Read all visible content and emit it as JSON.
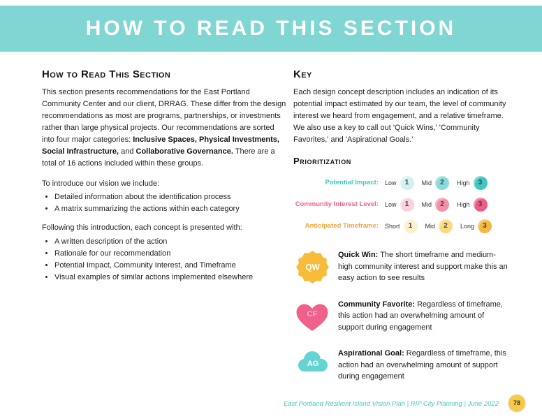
{
  "colors": {
    "banner_teal": "#7fd6d3",
    "teal_accent": "#3fc4c1",
    "pink_accent": "#f05f8b",
    "yellow_accent": "#efa63e",
    "teal_circles": [
      "#d2f1f0",
      "#86dcda",
      "#42c6c3"
    ],
    "pink_circles": [
      "#fad1dc",
      "#f590ab",
      "#ec5d86"
    ],
    "yellow_circles": [
      "#fdf0cd",
      "#fbd97f",
      "#f5b942"
    ],
    "quick_win_badge": "#f8bc3b",
    "heart_pink": "#f0608a",
    "cloud_teal": "#64d3d1",
    "page_badge_yellow": "#f8c945"
  },
  "banner": {
    "title": "How to Read This Section"
  },
  "left": {
    "heading": "How to Read This Section",
    "para1": [
      {
        "text": "This section presents recommendations for the East Portland Community Center and our client, DRRAG. These differ from the design recommendations as most are programs, partnerships, or investments rather than large physical projects. Our recommendations are sorted into four major categories: "
      },
      {
        "text": "Inclusive Spaces, Physical Investments, Social Infrastructure,"
      },
      {
        "text": " and "
      },
      {
        "text": "Collaborative Governance."
      },
      {
        "text": " There are a total of 16 actions included within these groups."
      }
    ],
    "intro_lead": "To introduce our vision we include:",
    "intro_bullets": [
      "Detailed information about the identification process",
      "A matrix summarizing the actions within each category"
    ],
    "following_lead": "Following this introduction, each concept is presented with:",
    "following_bullets": [
      "A written description of the action",
      "Rationale for our recommendation",
      "Potential Impact, Community Interest, and Timeframe",
      "Visual examples of similar actions implemented elsewhere"
    ]
  },
  "right": {
    "heading": "Key",
    "intro": "Each design concept description includes an indication of its potential impact estimated by our team, the level of community interest we heard from engagement, and a relative timeframe. We also use a key to call out 'Quick Wins,' 'Community Favorites,' and 'Aspirational Goals.'",
    "prioritization": {
      "heading": "Prioritization",
      "rows": [
        {
          "label": "Potential Impact:",
          "levels": [
            {
              "name": "Low",
              "num": "1"
            },
            {
              "name": "Mid",
              "num": "2"
            },
            {
              "name": "High",
              "num": "3"
            }
          ]
        },
        {
          "label": "Community Interest Level:",
          "levels": [
            {
              "name": "Low",
              "num": "1"
            },
            {
              "name": "Mid",
              "num": "2"
            },
            {
              "name": "High",
              "num": "3"
            }
          ]
        },
        {
          "label": "Anticipated Timeframe:",
          "levels": [
            {
              "name": "Short",
              "num": "1"
            },
            {
              "name": "Mid",
              "num": "2"
            },
            {
              "name": "Long",
              "num": "3"
            }
          ]
        }
      ]
    },
    "key_items": [
      {
        "icon": "QW",
        "icon_shape": "seal-badge-icon",
        "label": "Quick Win:",
        "text": " The short timeframe and medium-high community interest and support make this an easy action to see results"
      },
      {
        "icon": "CF",
        "icon_shape": "heart-icon",
        "label": "Community Favorite:",
        "text": " Regardless of timeframe, this action had an overwhelming amount of support during engagement"
      },
      {
        "icon": "AG",
        "icon_shape": "cloud-icon",
        "label": "Aspirational Goal:",
        "text": " Regardless of timeframe, this action had an overwhelming amount of support during engagement"
      }
    ]
  },
  "footer": {
    "text": "East Portland Resilient Island Vision Plan | RIP City Planning | June 2022",
    "page": "78"
  }
}
